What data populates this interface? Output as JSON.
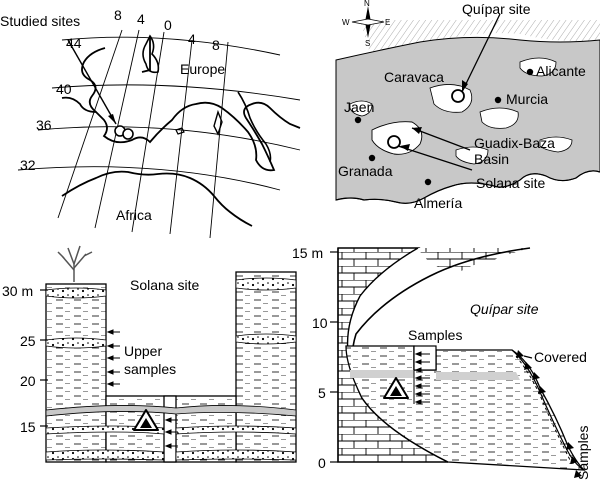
{
  "europe_map": {
    "studied_sites": "Studied sites",
    "europe": "Europe",
    "africa": "Africa",
    "lon_labels": [
      "8",
      "4",
      "0",
      "4",
      "8"
    ],
    "lat_labels": [
      "44",
      "40",
      "36",
      "32"
    ]
  },
  "region_map": {
    "compass": {
      "n": "N",
      "s": "S",
      "e": "E",
      "w": "W"
    },
    "quipar_site": "Quípar site",
    "caravaca": "Caravaca",
    "alicante": "Alicante",
    "jaen": "Jaen",
    "murcia": "Murcia",
    "guadix_baza_1": "Guadix-Baza",
    "guadix_baza_2": "Basin",
    "granada": "Granada",
    "solana_site": "Solana site",
    "almeria": "Almería"
  },
  "solana_section": {
    "title": "Solana site",
    "upper_samples_1": "Upper",
    "upper_samples_2": "samples",
    "scale": [
      "30 m",
      "25",
      "20",
      "15"
    ]
  },
  "quipar_section": {
    "title": "Quípar site",
    "samples_top": "Samples",
    "covered": "Covered",
    "samples_side": "Samples",
    "scale": [
      "15 m",
      "10",
      "5",
      "0"
    ]
  },
  "colors": {
    "land": "#c8c8c8",
    "basin": "#ffffff",
    "ink": "#000000"
  }
}
